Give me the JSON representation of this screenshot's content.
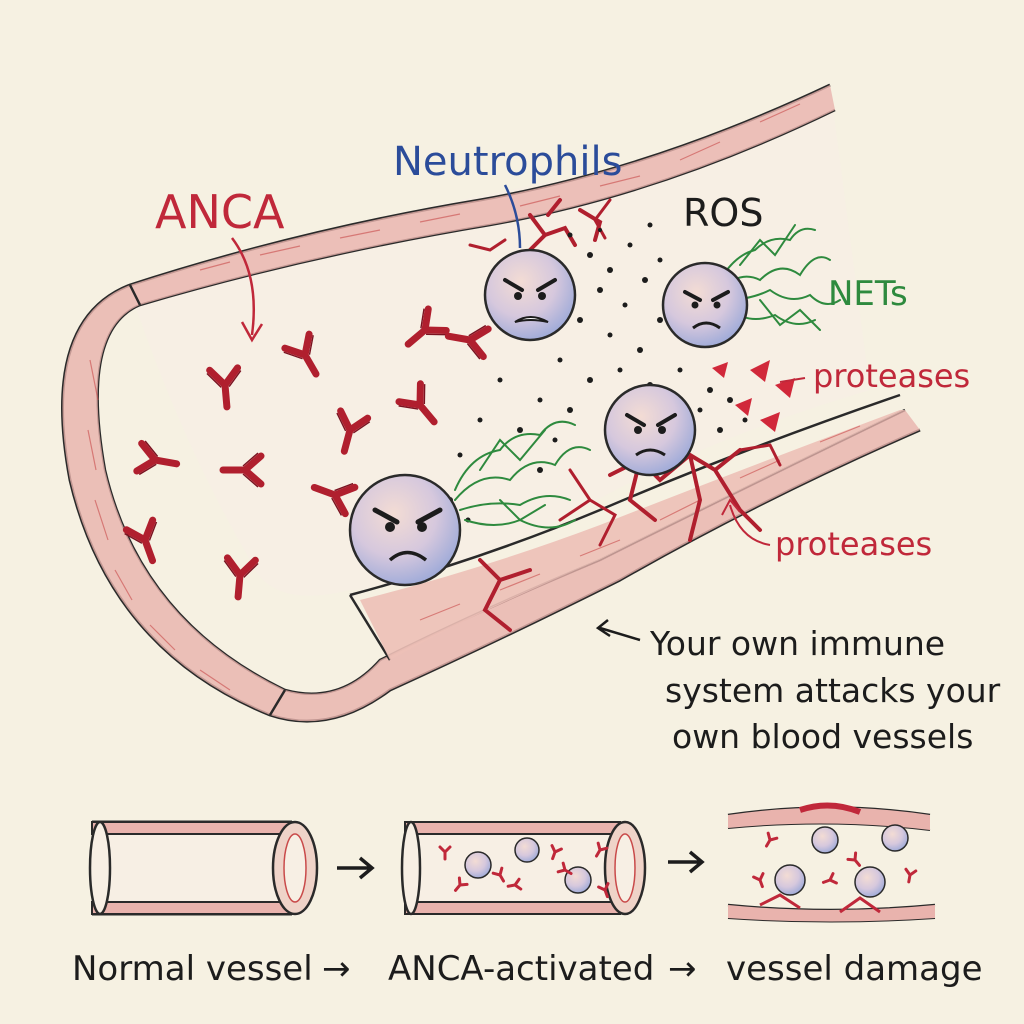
{
  "labels": {
    "anca": "ANCA",
    "neutrophils": "Neutrophils",
    "ros": "ROS",
    "nets": "NETs",
    "proteases_top": "proteases",
    "proteases_bottom": "proteases",
    "caption_line1": "Your own immune",
    "caption_line2": "system attacks your",
    "caption_line3": "own blood vessels"
  },
  "stages": {
    "stage1": "Normal vessel",
    "arrow1": "→",
    "stage2": "ANCA-activated",
    "arrow2": "→",
    "stage3": "vessel damage"
  },
  "colors": {
    "background": "#f6f1e2",
    "vessel_wall": "#e4a3a3",
    "antibody": "#b01f2e",
    "neutrophil": "#b8c2e6",
    "net_fiber": "#2e8a3e",
    "label_red": "#c0283a",
    "label_blue": "#2b4c9a",
    "label_green": "#2e8a3e"
  }
}
